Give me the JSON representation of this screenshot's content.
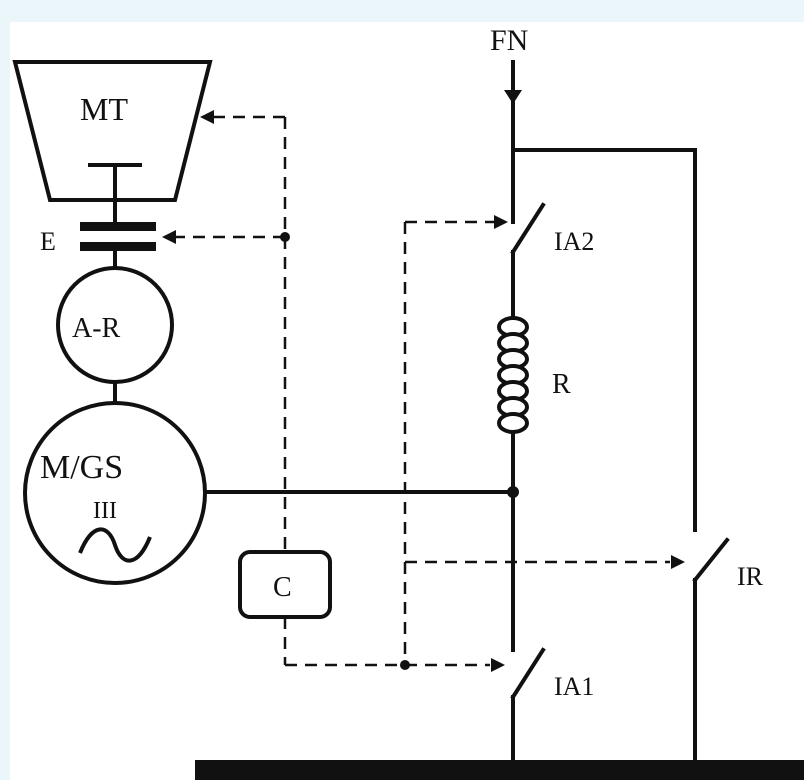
{
  "labels": {
    "feeder": "FN",
    "turbine": "MT",
    "clutch": "E",
    "aux_unit": "A-R",
    "machine_line1": "M/GS",
    "machine_line2": "III",
    "controller": "C",
    "switch_upper": "IA2",
    "reactor": "R",
    "switch_lower": "IA1",
    "bypass_switch": "IR"
  }
}
